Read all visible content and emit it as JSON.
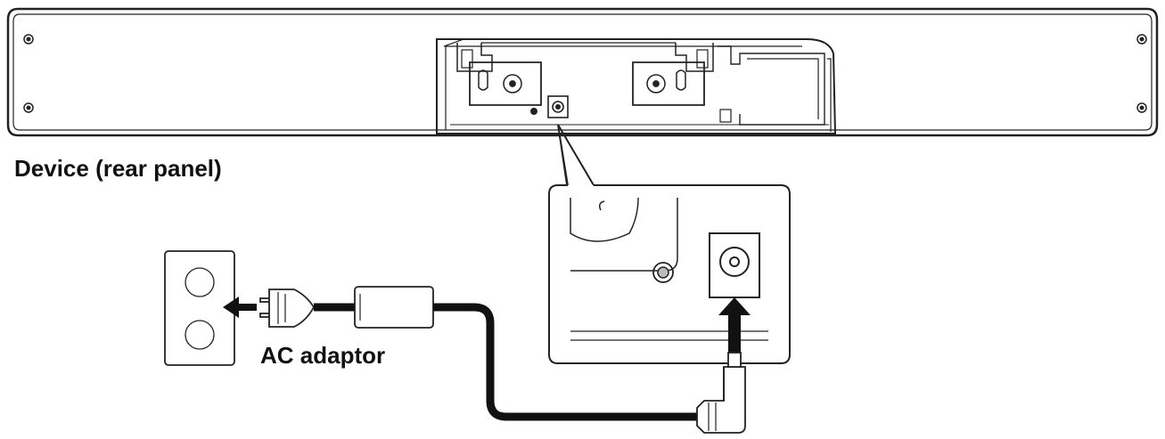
{
  "labels": {
    "device": "Device (rear panel)",
    "adaptor": "AC adaptor"
  },
  "icons": [
    "device-rear-panel",
    "dc-in-port",
    "wall-outlet",
    "ac-plug",
    "adaptor-brick",
    "dc-plug",
    "arrow-left-icon",
    "arrow-up-icon",
    "magnified-callout"
  ],
  "colors": {
    "line": "#222222",
    "cable": "#111111",
    "panel_fill": "#ffffff",
    "port_fill": "#bbbbbb"
  }
}
